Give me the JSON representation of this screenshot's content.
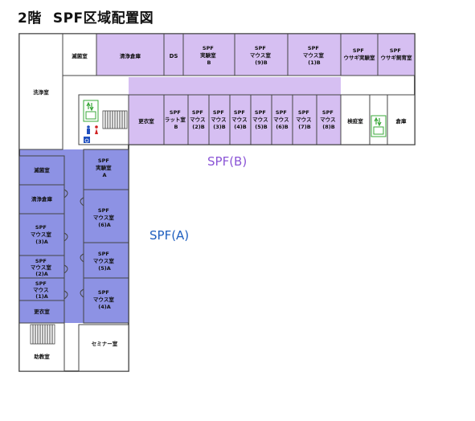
{
  "title": {
    "floor": "2階",
    "text": "SPF区域配置図"
  },
  "zones": {
    "b": "SPF(B)",
    "a": "SPF(A)"
  },
  "colors": {
    "zone_b": "#d6bff2",
    "zone_a": "#8d92e4",
    "elevator": "#3aa83a",
    "restroom_m": "#1f4fbf",
    "restroom_f": "#d02020"
  },
  "rooms": {
    "top_row": [
      {
        "id": "sterilize_top",
        "lines": [
          "滅菌室"
        ]
      },
      {
        "id": "clean_storage_top",
        "lines": [
          "清浄倉庫"
        ]
      },
      {
        "id": "ds",
        "lines": [
          "DS"
        ]
      },
      {
        "id": "lab_b",
        "lines": [
          "SPF",
          "実験室",
          "B"
        ]
      },
      {
        "id": "mouse_9b",
        "lines": [
          "SPF",
          "マウス室",
          "(9)B"
        ]
      },
      {
        "id": "mouse_1b",
        "lines": [
          "SPF",
          "マウス室",
          "(1)B"
        ]
      },
      {
        "id": "rabbit_lab",
        "lines": [
          "SPF",
          "ウサギ実験室"
        ]
      },
      {
        "id": "rabbit_breeding",
        "lines": [
          "SPF",
          "ウサギ飼育室"
        ]
      }
    ],
    "bottom_row": [
      {
        "id": "changing_b",
        "lines": [
          "更衣室"
        ]
      },
      {
        "id": "rat_b",
        "lines": [
          "SPF",
          "ラット室",
          "B"
        ]
      },
      {
        "id": "mouse_2b",
        "lines": [
          "SPF",
          "マウス",
          "(2)B"
        ]
      },
      {
        "id": "mouse_3b",
        "lines": [
          "SPF",
          "マウス",
          "(3)B"
        ]
      },
      {
        "id": "mouse_4b",
        "lines": [
          "SPF",
          "マウス",
          "(4)B"
        ]
      },
      {
        "id": "mouse_5b",
        "lines": [
          "SPF",
          "マウス",
          "(5)B"
        ]
      },
      {
        "id": "mouse_6b",
        "lines": [
          "SPF",
          "マウス",
          "(6)B"
        ]
      },
      {
        "id": "mouse_7b",
        "lines": [
          "SPF",
          "マウス",
          "(7)B"
        ]
      },
      {
        "id": "mouse_8b",
        "lines": [
          "SPF",
          "マウス",
          "(8)B"
        ]
      },
      {
        "id": "inspection",
        "lines": [
          "検疫室"
        ]
      },
      {
        "id": "storage",
        "lines": [
          "倉庫"
        ]
      }
    ],
    "left_wing": [
      {
        "id": "washing",
        "lines": [
          "洗浄室"
        ]
      },
      {
        "id": "sterilize_a",
        "lines": [
          "滅菌室"
        ]
      },
      {
        "id": "clean_storage_a",
        "lines": [
          "清浄倉庫"
        ]
      },
      {
        "id": "mouse_3a",
        "lines": [
          "SPF",
          "マウス室",
          "(3)A"
        ]
      },
      {
        "id": "mouse_2a",
        "lines": [
          "SPF",
          "マウス室",
          "(2)A"
        ]
      },
      {
        "id": "mouse_1a",
        "lines": [
          "SPF",
          "マウス",
          "(1)A"
        ]
      },
      {
        "id": "changing_a",
        "lines": [
          "更衣室"
        ]
      },
      {
        "id": "assistant",
        "lines": [
          "助教室"
        ]
      }
    ],
    "right_wing": [
      {
        "id": "lab_a",
        "lines": [
          "SPF",
          "実験室",
          "A"
        ]
      },
      {
        "id": "mouse_6a",
        "lines": [
          "SPF",
          "マウス室",
          "(6)A"
        ]
      },
      {
        "id": "mouse_5a",
        "lines": [
          "SPF",
          "マウス室",
          "(5)A"
        ]
      },
      {
        "id": "mouse_4a",
        "lines": [
          "SPF",
          "マウス室",
          "(4)A"
        ]
      },
      {
        "id": "seminar",
        "lines": [
          "セミナー室"
        ]
      }
    ]
  },
  "icons": [
    "elevator-icon",
    "restroom-icon",
    "wheelchair-icon",
    "stairs-icon"
  ]
}
